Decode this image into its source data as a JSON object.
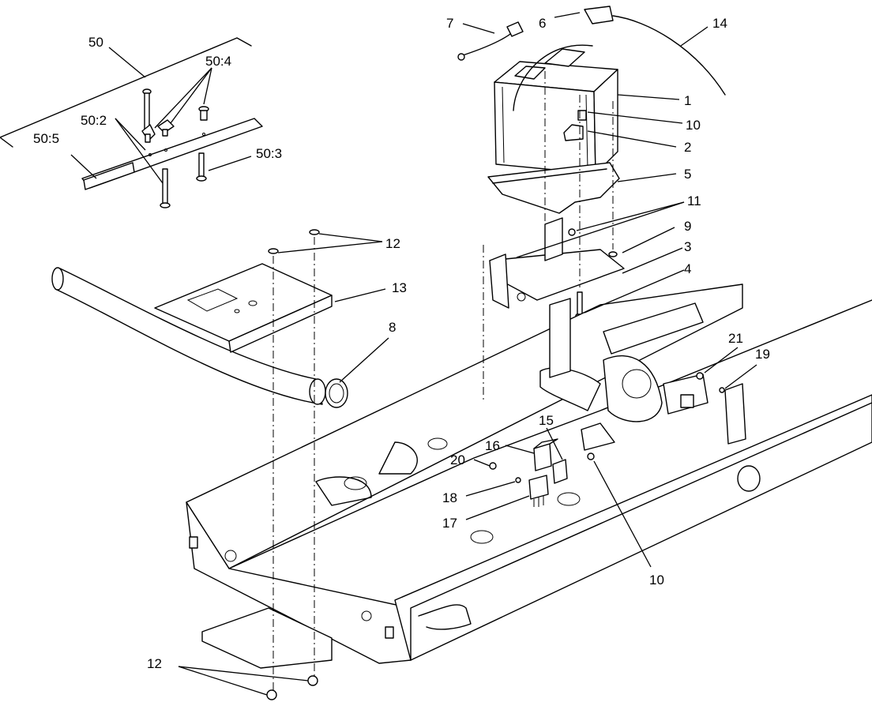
{
  "callouts": [
    {
      "id": "c1",
      "label": "1"
    },
    {
      "id": "c2",
      "label": "2"
    },
    {
      "id": "c3",
      "label": "3"
    },
    {
      "id": "c4",
      "label": "4"
    },
    {
      "id": "c5",
      "label": "5"
    },
    {
      "id": "c6",
      "label": "6"
    },
    {
      "id": "c7",
      "label": "7"
    },
    {
      "id": "c8",
      "label": "8"
    },
    {
      "id": "c9",
      "label": "9"
    },
    {
      "id": "c10a",
      "label": "10"
    },
    {
      "id": "c10b",
      "label": "10"
    },
    {
      "id": "c11",
      "label": "11"
    },
    {
      "id": "c12",
      "label": "12"
    },
    {
      "id": "c13",
      "label": "13"
    },
    {
      "id": "c14",
      "label": "14"
    },
    {
      "id": "c15",
      "label": "15"
    },
    {
      "id": "c16",
      "label": "16"
    },
    {
      "id": "c17",
      "label": "17"
    },
    {
      "id": "c18",
      "label": "18"
    },
    {
      "id": "c19",
      "label": "19"
    },
    {
      "id": "c20",
      "label": "20"
    },
    {
      "id": "c21",
      "label": "21"
    },
    {
      "id": "c22",
      "label": "22"
    },
    {
      "id": "c50",
      "label": "50"
    },
    {
      "id": "c502",
      "label": "50:2"
    },
    {
      "id": "c503",
      "label": "50:3"
    },
    {
      "id": "c504",
      "label": "50:4"
    },
    {
      "id": "c505",
      "label": "50:5"
    }
  ]
}
